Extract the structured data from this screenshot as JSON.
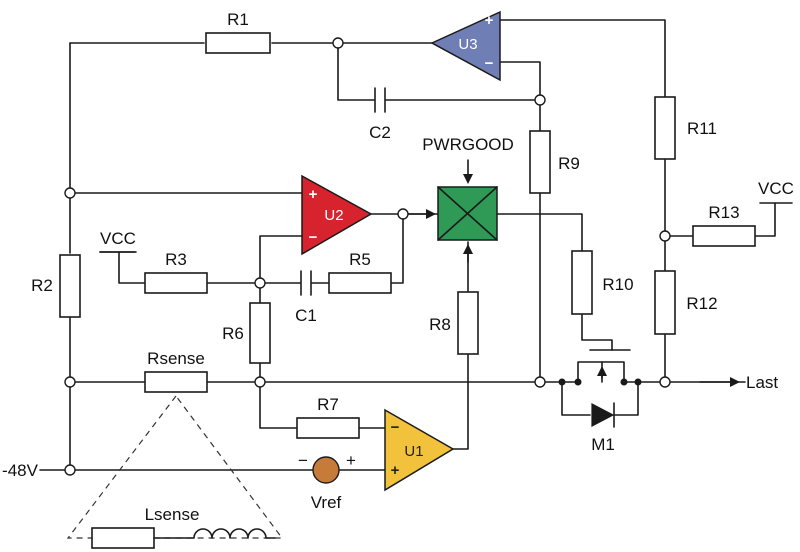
{
  "colors": {
    "u1_fill": "#f2c23c",
    "u2_fill": "#d7232e",
    "u3_fill": "#6f7eb5",
    "pwrgood_fill": "#2f9a55",
    "vref_fill": "#c77b3b",
    "wire": "#1a1a1a"
  },
  "resistors": {
    "r1": "R1",
    "r2": "R2",
    "r3": "R3",
    "r5": "R5",
    "r6": "R6",
    "r7": "R7",
    "r8": "R8",
    "r9": "R9",
    "r10": "R10",
    "r11": "R11",
    "r12": "R12",
    "r13": "R13",
    "rsense": "Rsense"
  },
  "capacitors": {
    "c1": "C1",
    "c2": "C2"
  },
  "opamps": {
    "u1": {
      "name": "U1",
      "plus": "+",
      "minus": "−"
    },
    "u2": {
      "name": "U2",
      "plus": "+",
      "minus": "−"
    },
    "u3": {
      "name": "U3",
      "plus": "+",
      "minus": "−"
    }
  },
  "pwrgood": {
    "label": "PWRGOOD",
    "icon": "x-cross-icon"
  },
  "vref": {
    "label": "Vref",
    "minus": "−",
    "plus": "+"
  },
  "inductor": {
    "label": "Lsense"
  },
  "mosfet": {
    "label": "M1"
  },
  "supplies": {
    "vcc_left": "VCC",
    "vcc_right": "VCC"
  },
  "nodes": {
    "neg48": "-48V",
    "last": "Last"
  }
}
